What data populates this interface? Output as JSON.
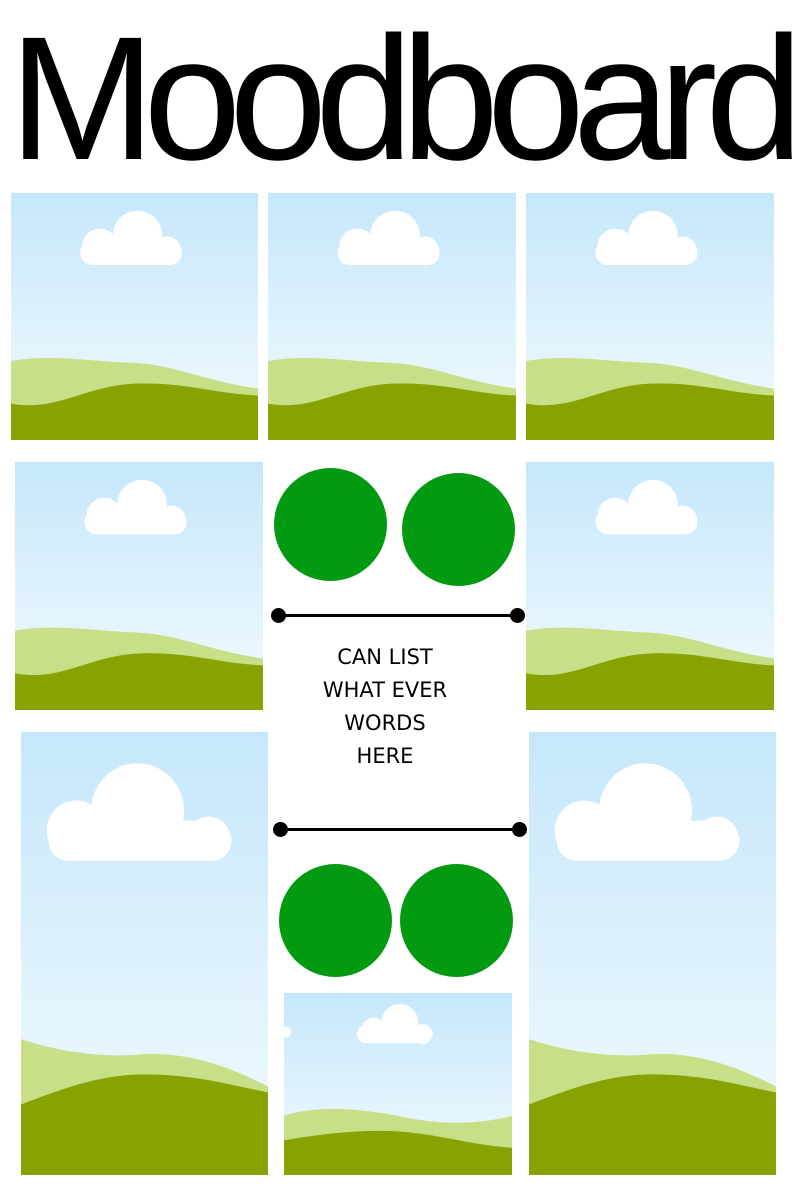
{
  "title": "Moodboard",
  "center_text_lines": [
    "CAN LIST",
    "WHAT EVER",
    "WORDS",
    "HERE"
  ],
  "image_placeholder": {
    "icon": "landscape-placeholder-icon",
    "sky_top_color": "#c5e7fb",
    "sky_bottom_color": "#f4fbfe",
    "cloud_color": "#ffffff",
    "back_hill_color": "#c7df87",
    "front_hill_color": "#88a301"
  },
  "accent_color": "#029a10",
  "line_color": "#000000"
}
